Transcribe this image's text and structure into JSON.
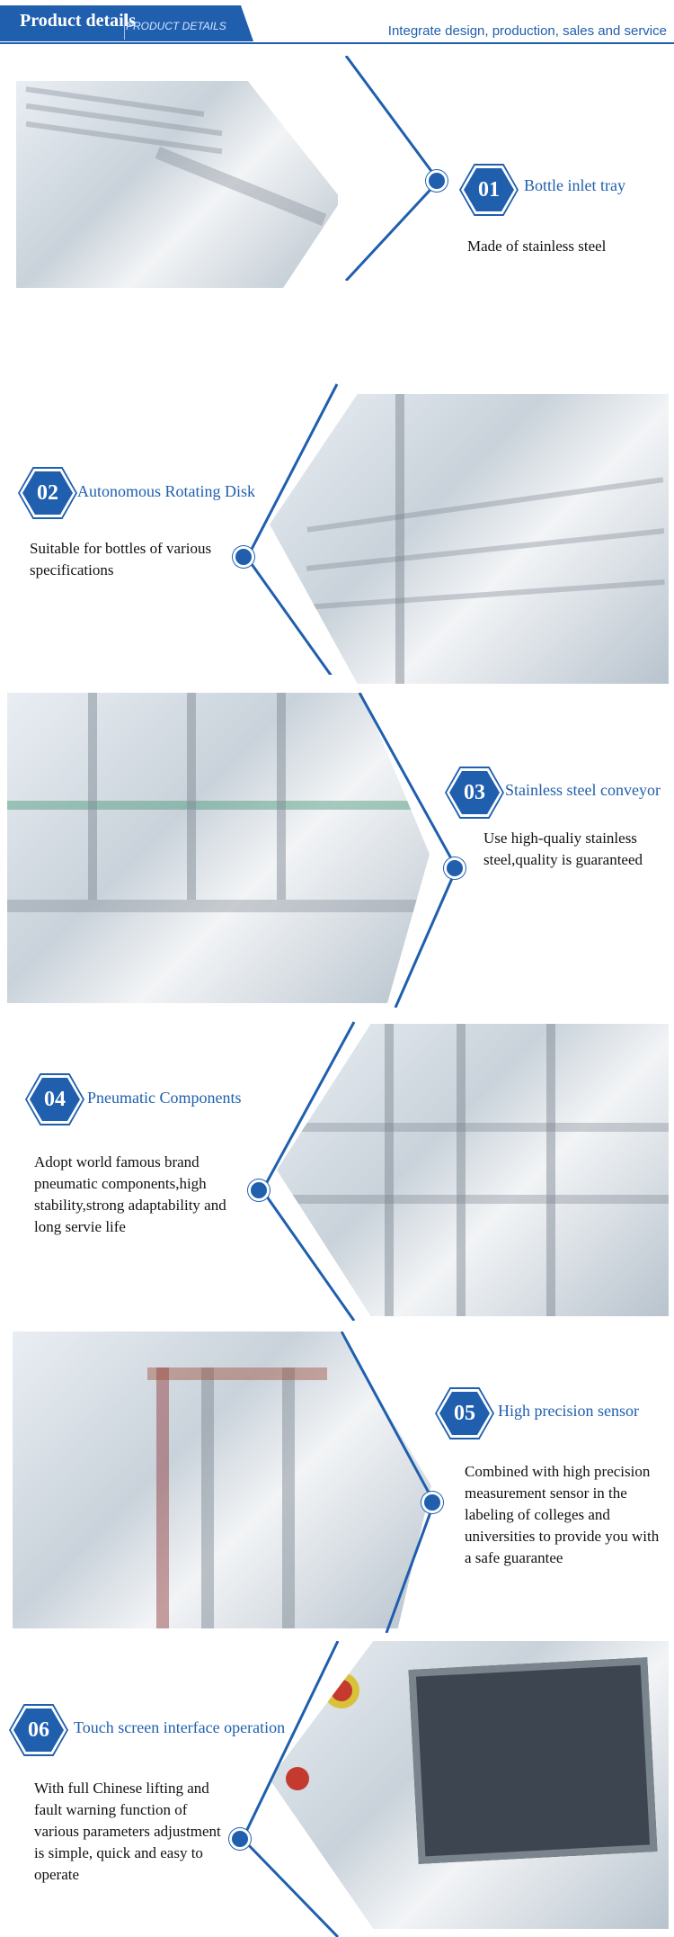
{
  "header": {
    "title": "Product details",
    "subtitle": "PRODUCT DETAILS",
    "tagline": "Integrate design, production, sales and service"
  },
  "features": [
    {
      "number": "01",
      "title": "Bottle inlet tray",
      "description": "Made of stainless steel"
    },
    {
      "number": "02",
      "title": "Autonomous Rotating Disk",
      "description": "Suitable for bottles of various specifications"
    },
    {
      "number": "03",
      "title": "Stainless steel conveyor",
      "description": "Use high-qualiy stainless steel,quality is guaranteed"
    },
    {
      "number": "04",
      "title": "Pneumatic Components",
      "description": "Adopt world famous brand pneumatic components,high stability,strong  adaptability and long servie life"
    },
    {
      "number": "05",
      "title": "High precision sensor",
      "description": "Combined with high precision measurement sensor in the labeling of colleges and universities to provide you with a safe guarantee"
    },
    {
      "number": "06",
      "title": "Touch screen interface operation",
      "description": "With full Chinese lifting and fault warning function of various parameters adjustment is simple, quick and easy to operate"
    }
  ],
  "colors": {
    "brand": "#1f5fae",
    "accent": "#1f5fae"
  }
}
